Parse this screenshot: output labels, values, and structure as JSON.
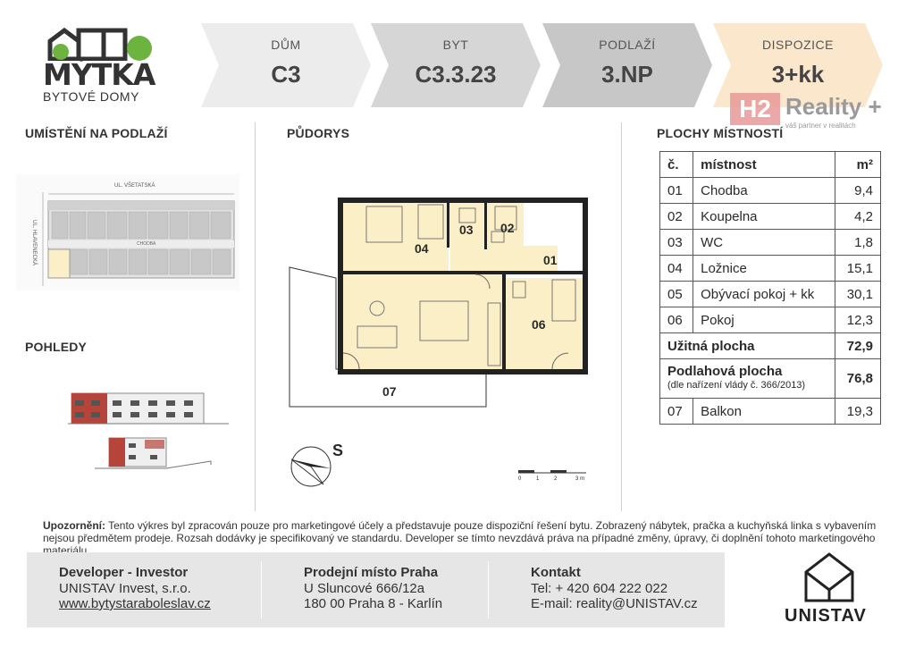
{
  "logo": {
    "title": "MÝTKA",
    "subtitle": "BYTOVÉ DOMY"
  },
  "header": {
    "steps": [
      {
        "label": "DŮM",
        "value": "C3",
        "bg": "#ececec"
      },
      {
        "label": "BYT",
        "value": "C3.3.23",
        "bg": "#d6d6d6"
      },
      {
        "label": "PODLAŽÍ",
        "value": "3.NP",
        "bg": "#c7c7c7"
      },
      {
        "label": "DISPOZICE",
        "value": "3+kk",
        "bg": "#fbe7cc"
      }
    ]
  },
  "watermark": {
    "box": "H2",
    "text": "Reality +",
    "tagline": "váš partner v realitách"
  },
  "sections": {
    "location": "UMÍSTĚNÍ NA PODLAŽÍ",
    "views": "POHLEDY",
    "plan": "PŮDORYS",
    "areas": "PLOCHY MÍSTNOSTÍ"
  },
  "location_map": {
    "street_top": "UL. VŠETATSKÁ",
    "street_side": "UL. HLAVENECKÁ",
    "corridor": "CHODBA"
  },
  "plan": {
    "rooms": [
      "04",
      "03",
      "02",
      "01",
      "06",
      "07"
    ],
    "compass": "S",
    "scale": [
      "0",
      "1",
      "2",
      "3 m"
    ]
  },
  "table": {
    "head": {
      "no": "č.",
      "name": "místnost",
      "unit": "m²"
    },
    "rows": [
      {
        "no": "01",
        "name": "Chodba",
        "area": "9,4"
      },
      {
        "no": "02",
        "name": "Koupelna",
        "area": "4,2"
      },
      {
        "no": "03",
        "name": "WC",
        "area": "1,8"
      },
      {
        "no": "04",
        "name": "Ložnice",
        "area": "15,1"
      },
      {
        "no": "05",
        "name": "Obývací pokoj + kk",
        "area": "30,1"
      },
      {
        "no": "06",
        "name": "Pokoj",
        "area": "12,3"
      }
    ],
    "usable": {
      "name": "Užitná plocha",
      "area": "72,9"
    },
    "floor": {
      "name": "Podlahová plocha",
      "note": "(dle nařízení vlády č. 366/2013)",
      "area": "76,8"
    },
    "balcony": {
      "no": "07",
      "name": "Balkon",
      "area": "19,3"
    }
  },
  "notice": {
    "label": "Upozornění:",
    "text": " Tento výkres byl zpracován pouze pro marketingové účely a představuje pouze dispoziční řešení bytu. Zobrazený nábytek, pračka a kuchyňská linka s vybavením nejsou předmětem prodeje. Rozsah dodávky je specifikovaný ve standardu. Developer se tímto nevzdává práva na případné změny, úpravy, či doplnění tohoto marketingového materiálu."
  },
  "footer": {
    "developer": {
      "title": "Developer - Investor",
      "line1": "UNISTAV Invest, s.r.o.",
      "link": "www.bytystaraboleslav.cz"
    },
    "sales": {
      "title": "Prodejní místo Praha",
      "line1": "U Sluncové 666/12a",
      "line2": "180 00 Praha 8 - Karlín"
    },
    "contact": {
      "title": "Kontakt",
      "line1": "Tel: + 420 604 222 022",
      "line2": "E-mail: reality@UNISTAV.cz"
    }
  },
  "brand": {
    "name": "UNISTAV"
  },
  "colors": {
    "floor": "#fbefc8",
    "wall": "#222222",
    "facade_red": "#b5443a",
    "accent_green": "#6db33f"
  }
}
